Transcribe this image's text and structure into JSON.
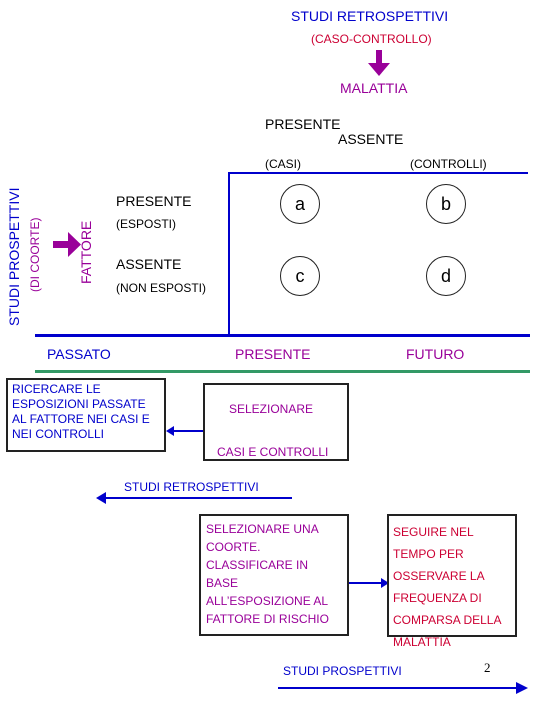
{
  "header": {
    "title": "STUDI RETROSPETTIVI",
    "subtitle": "(CASO-CONTROLLO)",
    "malattia": "MALATTIA"
  },
  "table": {
    "col_presente": "PRESENTE",
    "col_assente": "ASSENTE",
    "col_casi": "(CASI)",
    "col_controlli": "(CONTROLLI)",
    "row1_label": "PRESENTE",
    "row1_sub": "(ESPOSTI)",
    "row2_label": "ASSENTE",
    "row2_sub": "(NON ESPOSTI)",
    "cell_a": "a",
    "cell_b": "b",
    "cell_c": "c",
    "cell_d": "d"
  },
  "side": {
    "studi_prospettivi": "STUDI PROSPETTIVI",
    "di_coorte": "(DI COORTE)",
    "fattore": "FATTORE"
  },
  "timeline": {
    "passato": "PASSATO",
    "presente": "PRESENTE",
    "futuro": "FUTURO"
  },
  "boxes": {
    "ricercare": "RICERCARE LE ESPOSIZIONI PASSATE AL FATTORE NEI CASI E NEI CONTROLLI",
    "selezionare_1": "SELEZIONARE",
    "selezionare_2": "CASI E CONTROLLI",
    "coorte": "SELEZIONARE UNA COORTE. CLASSIFICARE IN BASE ALL’ESPOSIZIONE AL FATTORE DI RISCHIO",
    "seguire": "SEGUIRE NEL TEMPO PER OSSERVARE LA FREQUENZA DI COMPARSA DELLA MALATTIA"
  },
  "footer": {
    "retro_label": "STUDI RETROSPETTIVI",
    "prosp_label": "STUDI PROSPETTIVI",
    "page_number": "2"
  },
  "colors": {
    "accent_magenta": "#990099",
    "accent_blue": "#0000cc",
    "accent_red": "#cc0033",
    "accent_green": "#339966"
  }
}
